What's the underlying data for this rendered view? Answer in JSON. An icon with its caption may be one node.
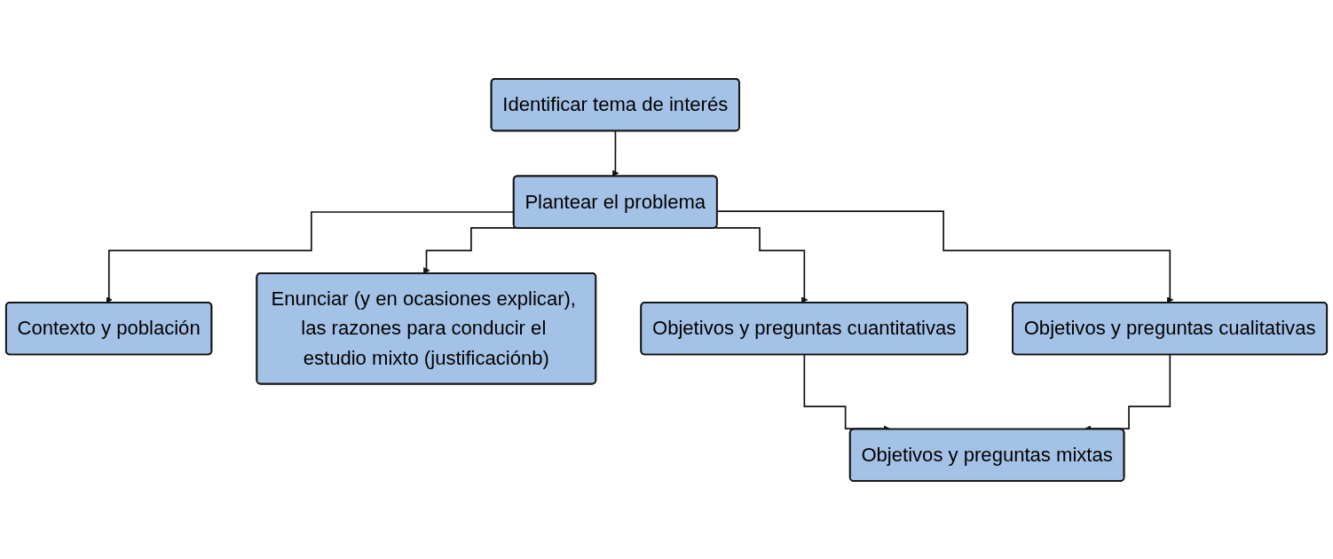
{
  "diagram": {
    "nodes": [
      {
        "text": [
          "Identificar tema de interés"
        ]
      },
      {
        "text": [
          "Contexto y población"
        ]
      },
      {
        "text": [
          "Plantear el problema"
        ]
      },
      {
        "text": [
          "Enunciar (y en ocasiones explicar), las razones para conducir el estudio mixto (justificaciónb)"
        ]
      },
      {
        "text": [
          "Objetivos y preguntas cuantitativas"
        ]
      },
      {
        "text": [
          "Objetivos y preguntas cualitativas"
        ]
      },
      {
        "text": [
          "Objetivos y preguntas mixtas"
        ]
      }
    ],
    "edges": [
      {
        "from": 0,
        "to": 2,
        "arrow": "to"
      },
      {
        "from": 2,
        "to": 1,
        "arrow": "to"
      },
      {
        "from": 2,
        "to": 3,
        "arrow": "to"
      },
      {
        "from": 2,
        "to": 4,
        "arrow": "to"
      },
      {
        "from": 2,
        "to": 5,
        "arrow": "to"
      },
      {
        "from": 4,
        "to": 6,
        "arrow": "to"
      },
      {
        "from": 5,
        "to": 6,
        "arrow": "to"
      }
    ]
  }
}
